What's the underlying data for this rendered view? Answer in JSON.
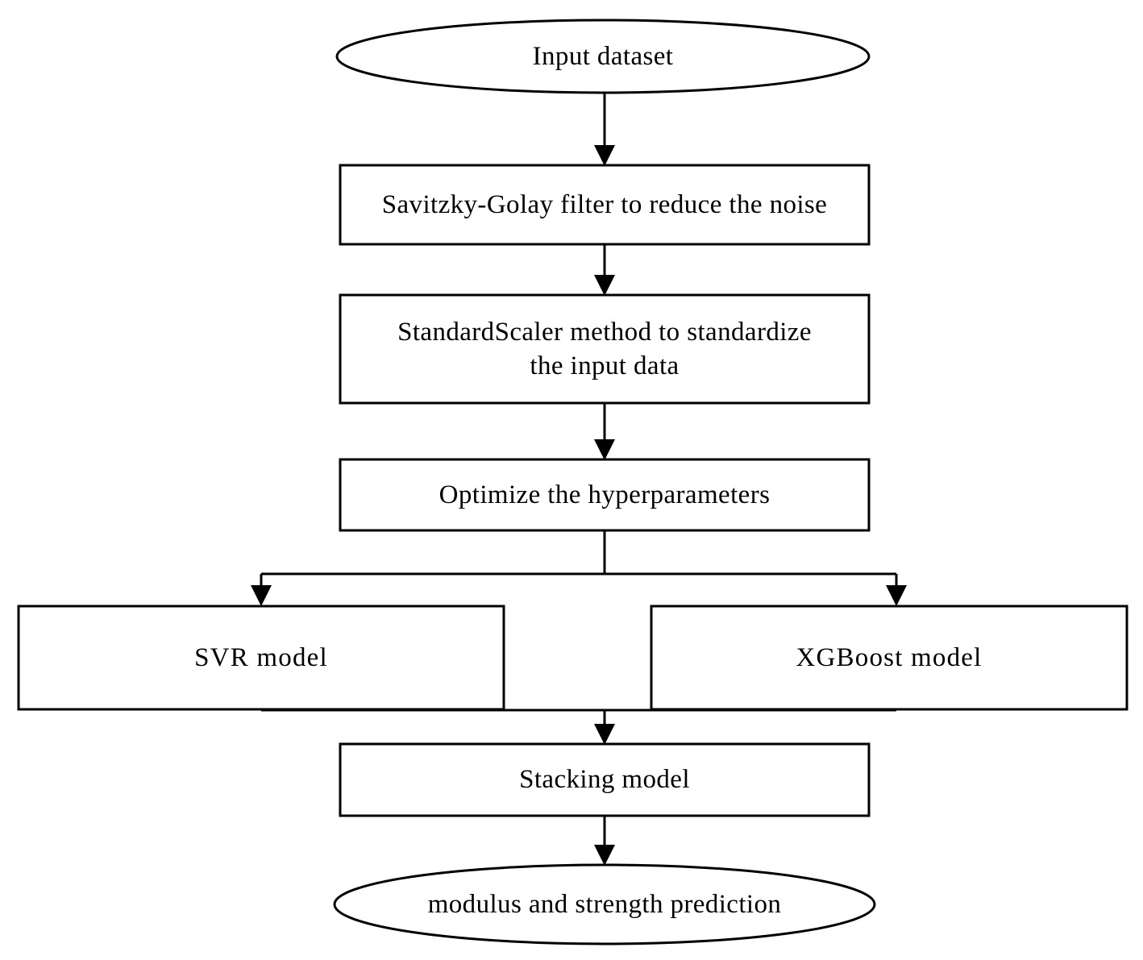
{
  "diagram": {
    "title": "Machine learning workflow flowchart",
    "background_color": "#ffffff",
    "line_color": "#000000",
    "text_color": "#000000",
    "nodes": [
      {
        "id": "input",
        "shape": "ellipse",
        "label": "Input dataset"
      },
      {
        "id": "savgol",
        "shape": "rectangle",
        "label": "Savitzky-Golay filter to reduce the noise"
      },
      {
        "id": "scaler",
        "shape": "rectangle",
        "label": "StandardScaler method to standardize\nthe input data"
      },
      {
        "id": "optimize",
        "shape": "rectangle",
        "label": "Optimize the hyperparameters"
      },
      {
        "id": "svr",
        "shape": "rectangle",
        "label": "SVR  model"
      },
      {
        "id": "xgboost",
        "shape": "rectangle",
        "label": "XGBoost  model"
      },
      {
        "id": "stacking",
        "shape": "rectangle",
        "label": "Stacking model"
      },
      {
        "id": "output",
        "shape": "ellipse",
        "label": "modulus and strength prediction"
      }
    ],
    "edges": [
      {
        "from": "input",
        "to": "savgol"
      },
      {
        "from": "savgol",
        "to": "scaler"
      },
      {
        "from": "scaler",
        "to": "optimize"
      },
      {
        "from": "optimize",
        "to": "svr"
      },
      {
        "from": "optimize",
        "to": "xgboost"
      },
      {
        "from": "svr",
        "to": "stacking"
      },
      {
        "from": "xgboost",
        "to": "stacking"
      },
      {
        "from": "stacking",
        "to": "output"
      }
    ]
  }
}
